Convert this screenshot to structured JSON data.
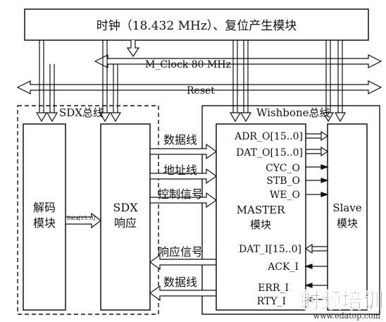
{
  "top_box": {
    "label": "时钟（18.432 MHz）、复位产生模块"
  },
  "buses": {
    "clock": "M_Clock  80 MHz",
    "reset": "Reset"
  },
  "regions": {
    "sdx": "SDX总线",
    "wishbone": "Wishbone总线"
  },
  "blocks": {
    "decoder": [
      "解码",
      "模块"
    ],
    "sdx_response": [
      "SDX",
      "响应"
    ],
    "master": [
      "MASTER",
      "模块"
    ],
    "slave": [
      "Slave",
      "模块"
    ]
  },
  "decoder_link": {
    "label": "Data[15..0]"
  },
  "sdx_signals": {
    "data_out": "数据线",
    "address": "地址线",
    "control": "控制信号",
    "response": "响应信号",
    "data_in": "数据线"
  },
  "master_ports": {
    "outputs": [
      "ADR_O[15..0]",
      "DAT_O[15..0]",
      "CYC_O",
      "STB_O",
      "WE_O"
    ],
    "inputs": [
      "DAT_I[15..0]",
      "ACK_I",
      "ERR_I",
      "RTY_I"
    ]
  },
  "watermark": {
    "brand": "射频培训",
    "url": "www.edatop.com",
    "colors": {
      "brand": "#d43a2e",
      "url": "#d43a2e"
    }
  }
}
